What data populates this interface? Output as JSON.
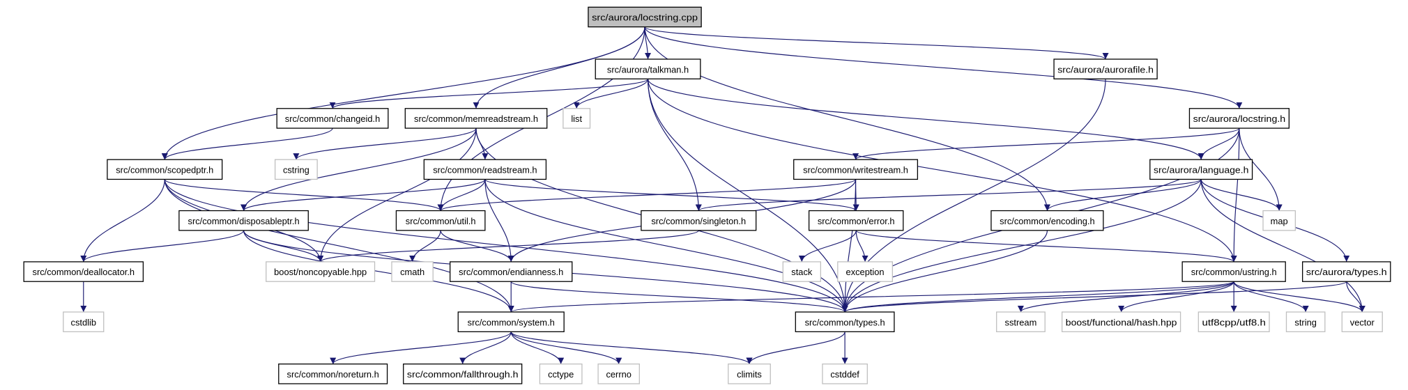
{
  "graph": {
    "edge_color": "#191970",
    "root_fill": "#bfbfbf",
    "external_border": "#bfbfbf",
    "nodes": [
      {
        "id": "cpp",
        "label": "src/aurora/locstring.cpp",
        "kind": "root"
      },
      {
        "id": "talkman",
        "label": "src/aurora/talkman.h",
        "kind": "file"
      },
      {
        "id": "aurorafile",
        "label": "src/aurora/aurorafile.h",
        "kind": "file"
      },
      {
        "id": "changeid",
        "label": "src/common/changeid.h",
        "kind": "file"
      },
      {
        "id": "memread",
        "label": "src/common/memreadstream.h",
        "kind": "file"
      },
      {
        "id": "list",
        "label": "list",
        "kind": "ext"
      },
      {
        "id": "locstrh",
        "label": "src/aurora/locstring.h",
        "kind": "file"
      },
      {
        "id": "scopedptr",
        "label": "src/common/scopedptr.h",
        "kind": "file"
      },
      {
        "id": "cstring",
        "label": "cstring",
        "kind": "ext"
      },
      {
        "id": "readstream",
        "label": "src/common/readstream.h",
        "kind": "file"
      },
      {
        "id": "writestream",
        "label": "src/common/writestream.h",
        "kind": "file"
      },
      {
        "id": "language",
        "label": "src/aurora/language.h",
        "kind": "file"
      },
      {
        "id": "disposable",
        "label": "src/common/disposableptr.h",
        "kind": "file"
      },
      {
        "id": "util",
        "label": "src/common/util.h",
        "kind": "file"
      },
      {
        "id": "singleton",
        "label": "src/common/singleton.h",
        "kind": "file"
      },
      {
        "id": "error",
        "label": "src/common/error.h",
        "kind": "file"
      },
      {
        "id": "encoding",
        "label": "src/common/encoding.h",
        "kind": "file"
      },
      {
        "id": "map",
        "label": "map",
        "kind": "ext"
      },
      {
        "id": "deallocator",
        "label": "src/common/deallocator.h",
        "kind": "file"
      },
      {
        "id": "noncopyable",
        "label": "boost/noncopyable.hpp",
        "kind": "ext"
      },
      {
        "id": "cmath",
        "label": "cmath",
        "kind": "ext"
      },
      {
        "id": "endianness",
        "label": "src/common/endianness.h",
        "kind": "file"
      },
      {
        "id": "stack",
        "label": "stack",
        "kind": "ext"
      },
      {
        "id": "exception",
        "label": "exception",
        "kind": "ext"
      },
      {
        "id": "ustring",
        "label": "src/common/ustring.h",
        "kind": "file"
      },
      {
        "id": "auroratypes",
        "label": "src/aurora/types.h",
        "kind": "file"
      },
      {
        "id": "cstdlib",
        "label": "cstdlib",
        "kind": "ext"
      },
      {
        "id": "system",
        "label": "src/common/system.h",
        "kind": "file"
      },
      {
        "id": "types",
        "label": "src/common/types.h",
        "kind": "file"
      },
      {
        "id": "sstream",
        "label": "sstream",
        "kind": "ext"
      },
      {
        "id": "hash",
        "label": "boost/functional/hash.hpp",
        "kind": "ext"
      },
      {
        "id": "utf8",
        "label": "utf8cpp/utf8.h",
        "kind": "ext"
      },
      {
        "id": "string",
        "label": "string",
        "kind": "ext"
      },
      {
        "id": "vector",
        "label": "vector",
        "kind": "ext"
      },
      {
        "id": "noreturn",
        "label": "src/common/noreturn.h",
        "kind": "file"
      },
      {
        "id": "fallthrough",
        "label": "src/common/fallthrough.h",
        "kind": "file"
      },
      {
        "id": "cctype",
        "label": "cctype",
        "kind": "ext"
      },
      {
        "id": "cerrno",
        "label": "cerrno",
        "kind": "ext"
      },
      {
        "id": "climits",
        "label": "climits",
        "kind": "ext"
      },
      {
        "id": "cstddef",
        "label": "cstddef",
        "kind": "ext"
      }
    ],
    "edges": [
      [
        "cpp",
        "scopedptr"
      ],
      [
        "cpp",
        "util"
      ],
      [
        "cpp",
        "memread"
      ],
      [
        "cpp",
        "talkman"
      ],
      [
        "cpp",
        "encoding"
      ],
      [
        "cpp",
        "aurorafile"
      ],
      [
        "cpp",
        "locstrh"
      ],
      [
        "talkman",
        "changeid"
      ],
      [
        "talkman",
        "list"
      ],
      [
        "talkman",
        "types"
      ],
      [
        "talkman",
        "singleton"
      ],
      [
        "talkman",
        "ustring"
      ],
      [
        "talkman",
        "language"
      ],
      [
        "changeid",
        "scopedptr"
      ],
      [
        "memread",
        "cstring"
      ],
      [
        "memread",
        "disposable"
      ],
      [
        "memread",
        "readstream"
      ],
      [
        "memread",
        "noncopyable"
      ],
      [
        "memread",
        "types"
      ],
      [
        "readstream",
        "disposable"
      ],
      [
        "readstream",
        "util"
      ],
      [
        "readstream",
        "endianness"
      ],
      [
        "readstream",
        "types"
      ],
      [
        "readstream",
        "error"
      ],
      [
        "scopedptr",
        "deallocator"
      ],
      [
        "scopedptr",
        "system"
      ],
      [
        "scopedptr",
        "types"
      ],
      [
        "scopedptr",
        "util"
      ],
      [
        "scopedptr",
        "noncopyable"
      ],
      [
        "disposable",
        "deallocator"
      ],
      [
        "disposable",
        "noncopyable"
      ],
      [
        "disposable",
        "system"
      ],
      [
        "disposable",
        "types"
      ],
      [
        "util",
        "cmath"
      ],
      [
        "util",
        "endianness"
      ],
      [
        "locstrh",
        "writestream"
      ],
      [
        "locstrh",
        "language"
      ],
      [
        "locstrh",
        "map"
      ],
      [
        "locstrh",
        "types"
      ],
      [
        "locstrh",
        "ustring"
      ],
      [
        "writestream",
        "util"
      ],
      [
        "writestream",
        "endianness"
      ],
      [
        "writestream",
        "error"
      ],
      [
        "writestream",
        "types"
      ],
      [
        "language",
        "singleton"
      ],
      [
        "language",
        "encoding"
      ],
      [
        "language",
        "map"
      ],
      [
        "language",
        "types"
      ],
      [
        "language",
        "auroratypes"
      ],
      [
        "language",
        "vector"
      ],
      [
        "aurorafile",
        "types"
      ],
      [
        "singleton",
        "noncopyable"
      ],
      [
        "error",
        "stack"
      ],
      [
        "error",
        "exception"
      ],
      [
        "error",
        "ustring"
      ],
      [
        "encoding",
        "types"
      ],
      [
        "ustring",
        "system"
      ],
      [
        "ustring",
        "types"
      ],
      [
        "ustring",
        "sstream"
      ],
      [
        "ustring",
        "hash"
      ],
      [
        "ustring",
        "utf8"
      ],
      [
        "ustring",
        "string"
      ],
      [
        "ustring",
        "vector"
      ],
      [
        "auroratypes",
        "types"
      ],
      [
        "auroratypes",
        "vector"
      ],
      [
        "deallocator",
        "cstdlib"
      ],
      [
        "endianness",
        "system"
      ],
      [
        "endianness",
        "types"
      ],
      [
        "system",
        "noreturn"
      ],
      [
        "system",
        "fallthrough"
      ],
      [
        "system",
        "cctype"
      ],
      [
        "system",
        "cerrno"
      ],
      [
        "system",
        "climits"
      ],
      [
        "types",
        "climits"
      ],
      [
        "types",
        "cstddef"
      ]
    ]
  }
}
